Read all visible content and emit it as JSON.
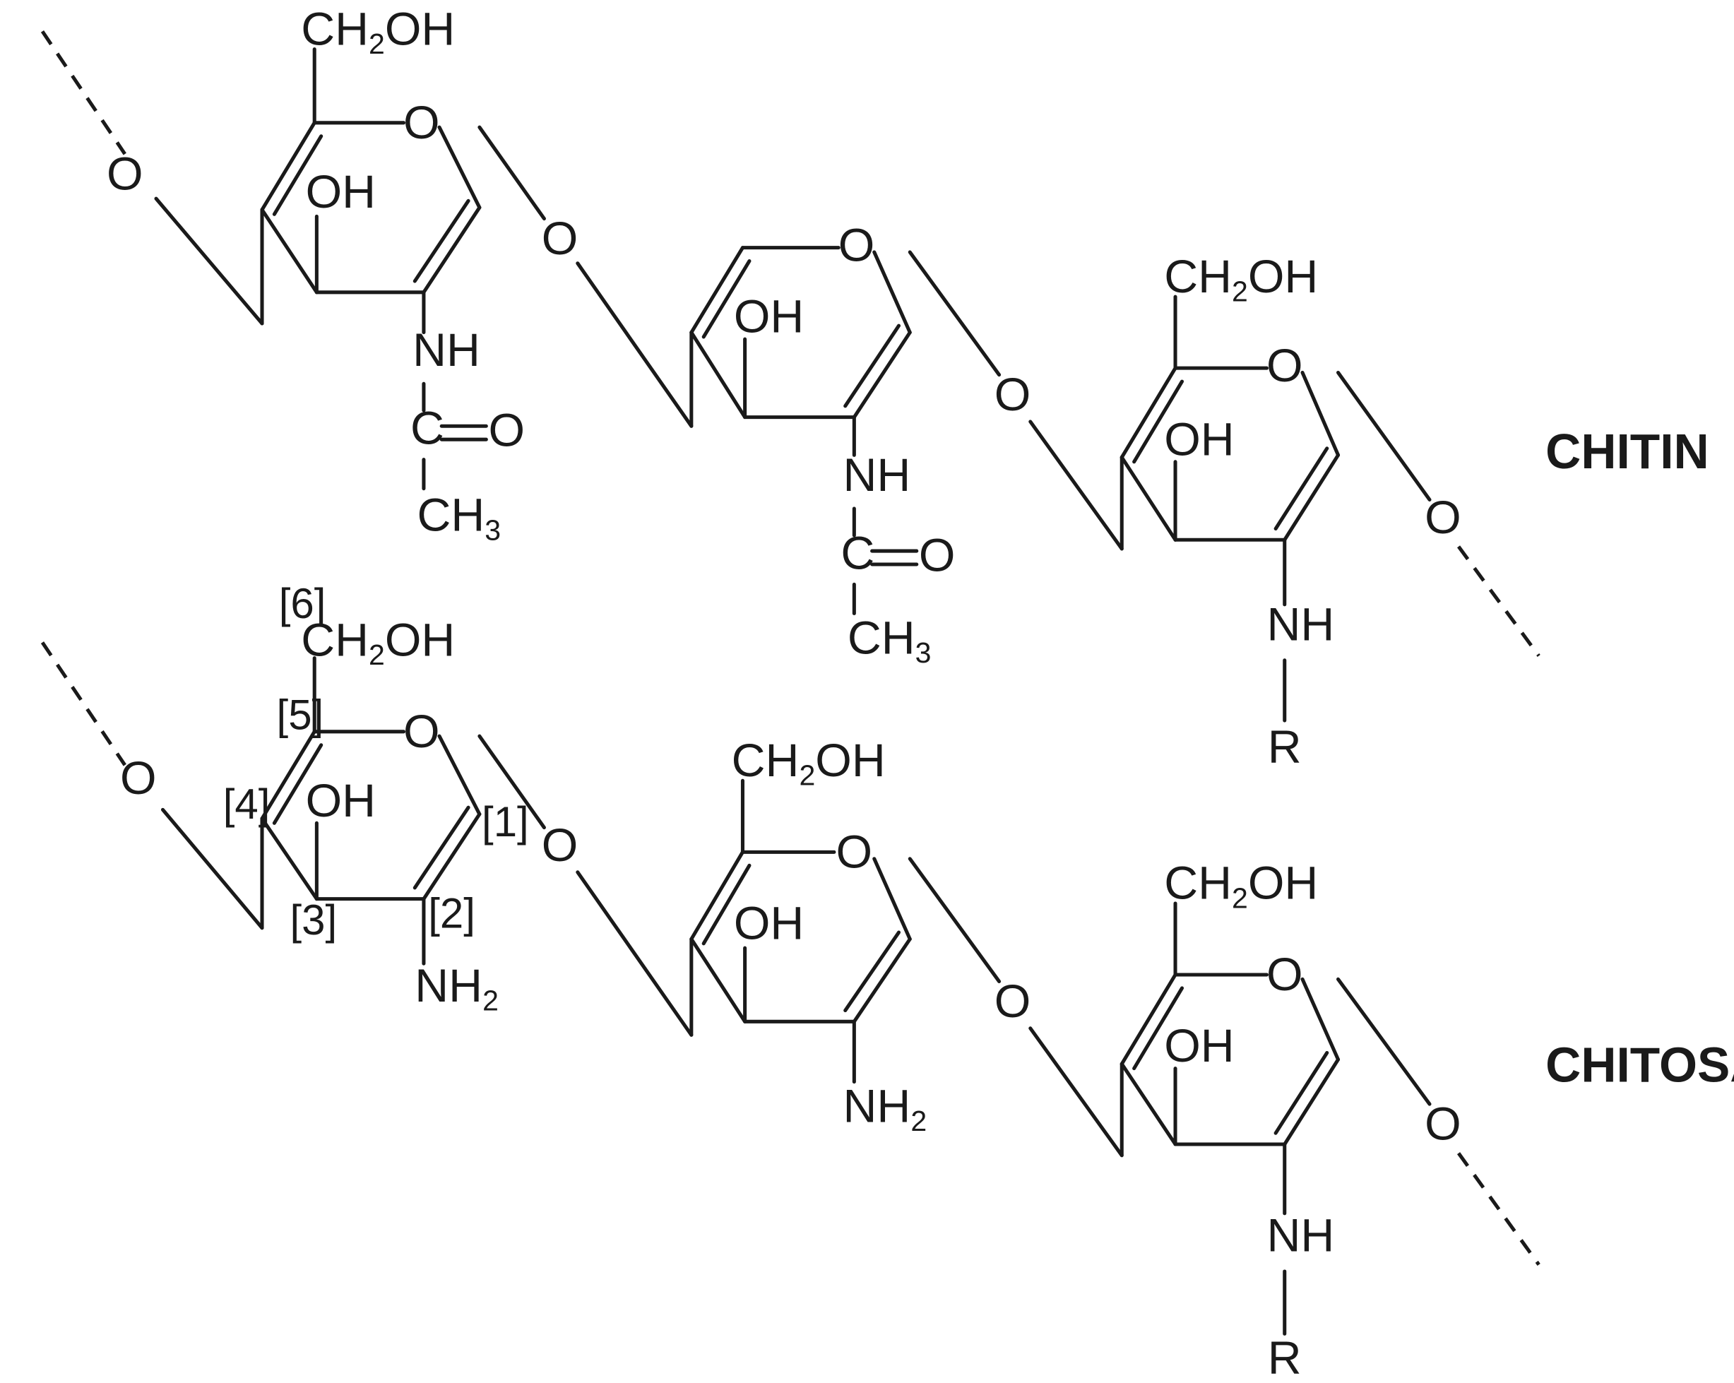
{
  "polymer_names": {
    "chitin": "CHITIN",
    "chitosan": "CHITOSAN"
  },
  "labels": {
    "ch2oh_a": "CH",
    "ch2oh_sub": "2",
    "ch2oh_b": "OH",
    "oh": "OH",
    "o": "O",
    "nh": "NH",
    "nh2_a": "NH",
    "nh2_sub": "2",
    "c": "C",
    "ch3_a": "CH",
    "ch3_sub": "3",
    "r": "R"
  },
  "carbon_numbers": [
    "[1]",
    "[2]",
    "[3]",
    "[4]",
    "[5]",
    "[6]"
  ]
}
